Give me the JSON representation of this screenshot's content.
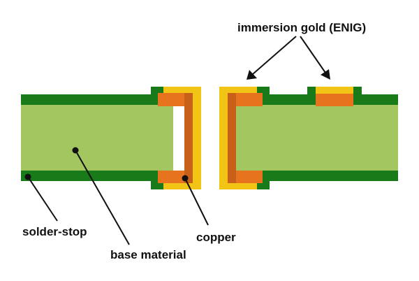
{
  "labels": {
    "immersion_gold": "immersion gold (ENIG)",
    "solder_stop": "solder-stop",
    "base_material": "base material",
    "copper": "copper"
  },
  "colors": {
    "base_material": "#a3c660",
    "solder_stop": "#187a18",
    "copper": "#e8731e",
    "copper_plating": "#c9601a",
    "gold": "#f2c415",
    "leader": "#111111",
    "background": "#ffffff"
  }
}
